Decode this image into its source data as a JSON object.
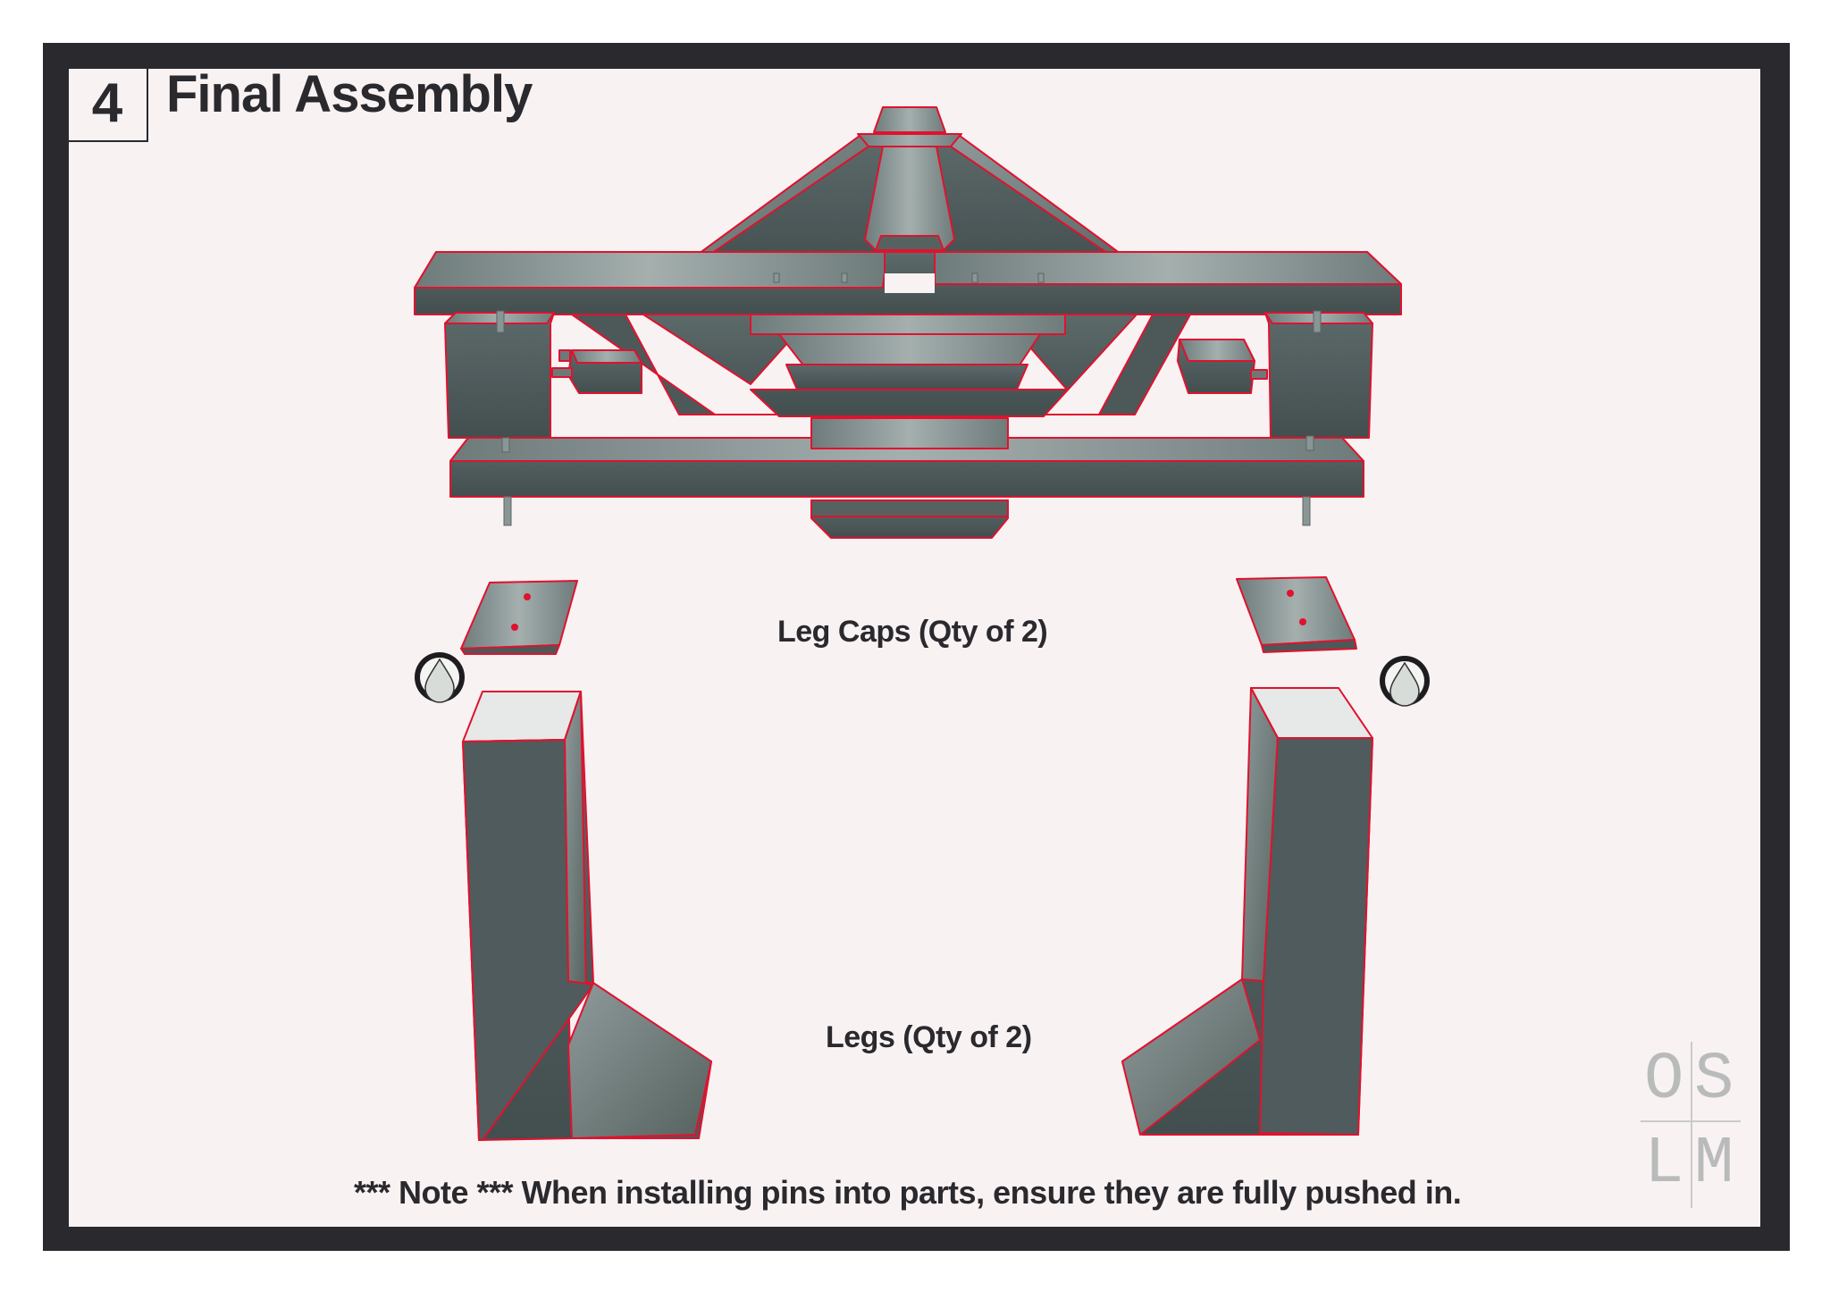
{
  "step": {
    "number": "4",
    "title": "Final Assembly"
  },
  "labels": {
    "leg_caps": "Leg Caps (Qty of 2)",
    "legs": "Legs (Qty of 2)",
    "note": "*** Note *** When installing pins into parts, ensure they are fully pushed in."
  },
  "logo": {
    "letters": [
      "O",
      "S",
      "L",
      "M"
    ]
  },
  "colors": {
    "frame": "#2a292e",
    "sheet": "#f8f2f3",
    "part_fill": "#4f5b5c",
    "part_light": "#8a9696",
    "edge": "#e0122e",
    "text": "#2a292e"
  },
  "icons": [
    "glue-drop-icon",
    "glue-drop-icon"
  ]
}
